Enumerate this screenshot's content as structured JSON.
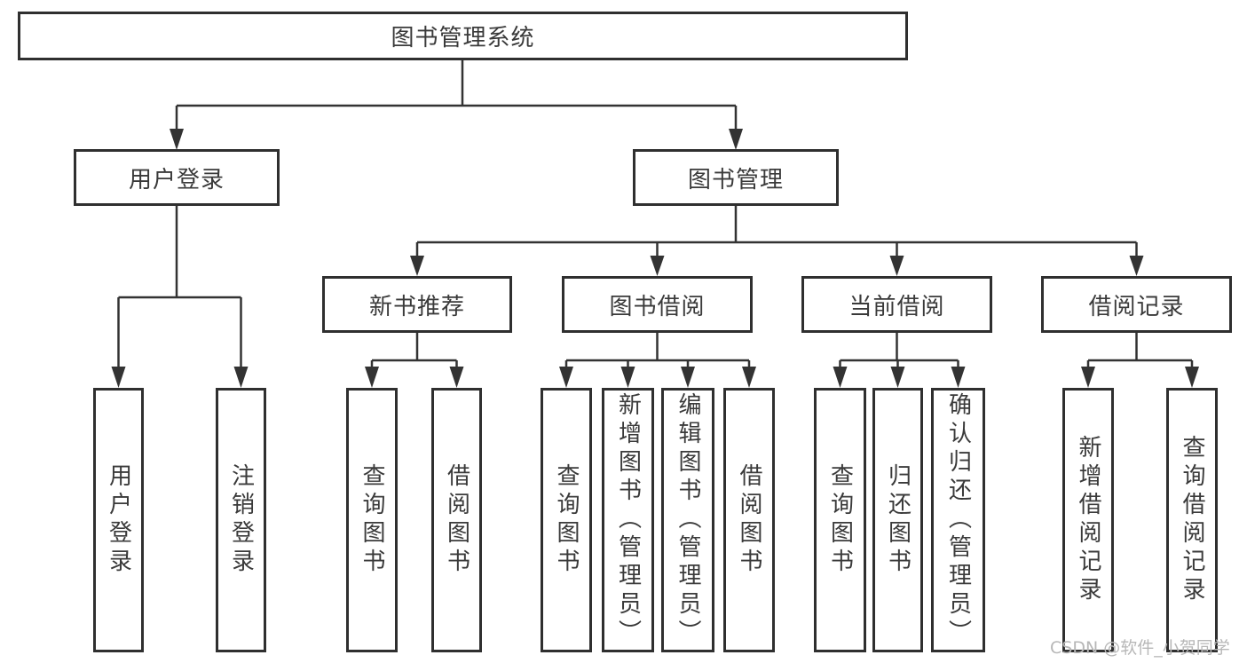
{
  "diagram": {
    "root": {
      "label": "图书管理系统"
    },
    "branches": [
      {
        "label": "用户登录",
        "leaves": [
          "用户登录",
          "注销登录"
        ]
      },
      {
        "label": "图书管理",
        "groups": [
          {
            "label": "新书推荐",
            "leaves": [
              "查询图书",
              "借阅图书"
            ]
          },
          {
            "label": "图书借阅",
            "leaves": [
              "查询图书",
              "新增图书（管理员）",
              "编辑图书（管理员）",
              "借阅图书"
            ]
          },
          {
            "label": "当前借阅",
            "leaves": [
              "查询图书",
              "归还图书",
              "确认归还（管理员）"
            ]
          },
          {
            "label": "借阅记录",
            "leaves": [
              "新增借阅记录",
              "查询借阅记录"
            ]
          }
        ]
      }
    ]
  },
  "watermark": {
    "text": "CSDN @软件_小贺同学"
  },
  "colors": {
    "line": "#333333",
    "box_border": "#2f2f2f",
    "text": "#3a3a3a",
    "watermark": "#b7b7b7",
    "background": "#ffffff"
  }
}
